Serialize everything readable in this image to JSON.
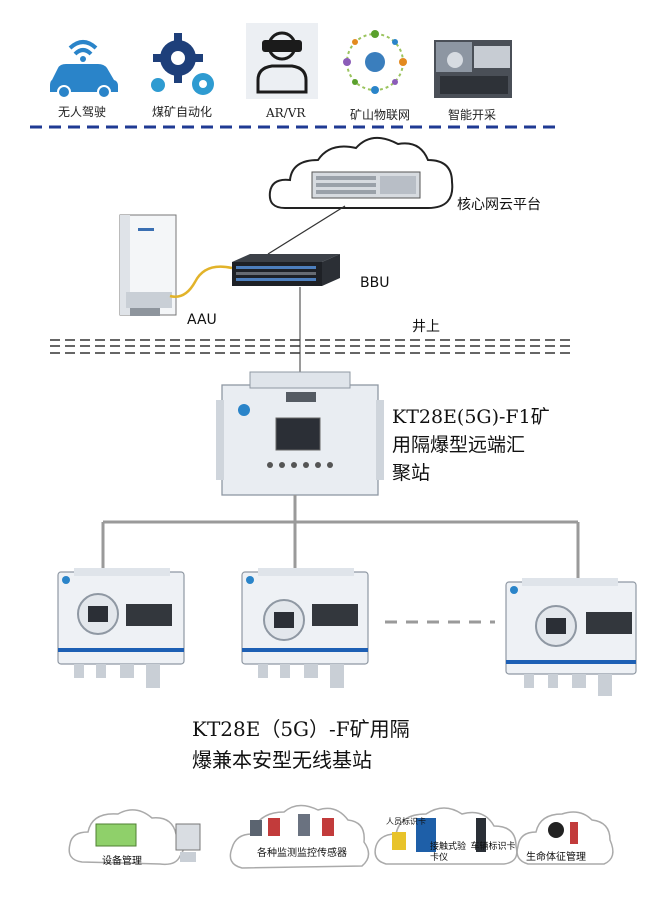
{
  "apps": [
    {
      "label": "无人驾驶",
      "icon": "car-wifi-icon"
    },
    {
      "label": "煤矿自动化",
      "icon": "gears-icon"
    },
    {
      "label": "AR/VR",
      "icon": "vr-headset-icon"
    },
    {
      "label": "矿山物联网",
      "icon": "iot-network-icon"
    },
    {
      "label": "智能开采",
      "icon": "mining-machine-photo"
    }
  ],
  "cloud_label": "核心网云平台",
  "bbu_label": "BBU",
  "aau_label": "AAU",
  "surface_label": "井上",
  "aggregator": {
    "line1": "KT28E(5G)-F1矿",
    "line2": "用隔爆型远端汇",
    "line3": "聚站"
  },
  "base_station": {
    "line1": "KT28E（5G）-F矿用隔",
    "line2": "爆兼本安型无线基站"
  },
  "terminals": [
    {
      "label": "设备管理",
      "icon": "device-management-icon"
    },
    {
      "label": "各种监测监控传感器",
      "icon": "sensors-icon"
    },
    {
      "label_a": "人员标识卡",
      "label_b": "接触式验卡仪",
      "label_c": "车辆标识卡",
      "icon": "id-card-readers-icon"
    },
    {
      "label": "生命体征管理",
      "icon": "vital-signs-icon"
    }
  ],
  "colors": {
    "dashed_blue": "#1f3a93",
    "link_gray": "#9a9a9a",
    "enclosure": "#e9edf2",
    "accent_blue": "#1d5fb4"
  }
}
